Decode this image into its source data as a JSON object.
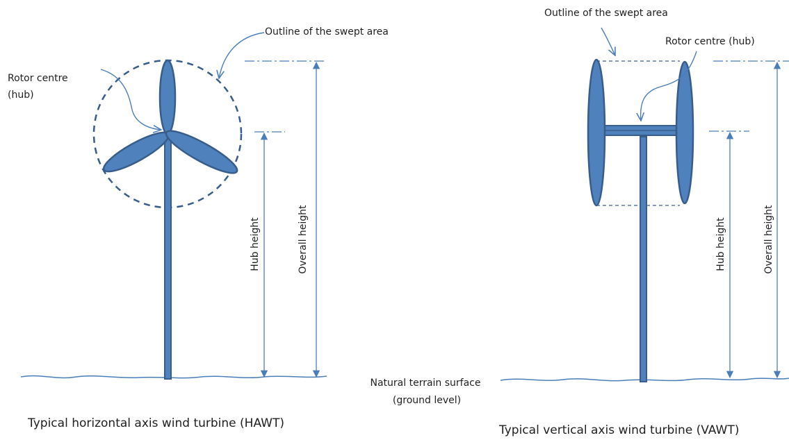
{
  "hawt": {
    "caption": "Typical horizontal axis wind turbine (HAWT)",
    "swept_area_label": "Outline of the swept area",
    "rotor_centre_label_line1": "Rotor centre",
    "rotor_centre_label_line2": "(hub)",
    "hub_height_label": "Hub height",
    "overall_height_label": "Overall height"
  },
  "vawt": {
    "caption": "Typical vertical axis wind turbine (VAWT)",
    "swept_area_label": "Outline of the swept area",
    "rotor_centre_label": "Rotor centre (hub)",
    "hub_height_label": "Hub height",
    "overall_height_label": "Overall height"
  },
  "ground": {
    "label_line1": "Natural terrain surface",
    "label_line2": "(ground level)"
  },
  "colors": {
    "blade_fill": "#4f81bd",
    "blade_stroke": "#385d8a",
    "line": "#4a7ebb",
    "text": "#1f1f1f"
  }
}
